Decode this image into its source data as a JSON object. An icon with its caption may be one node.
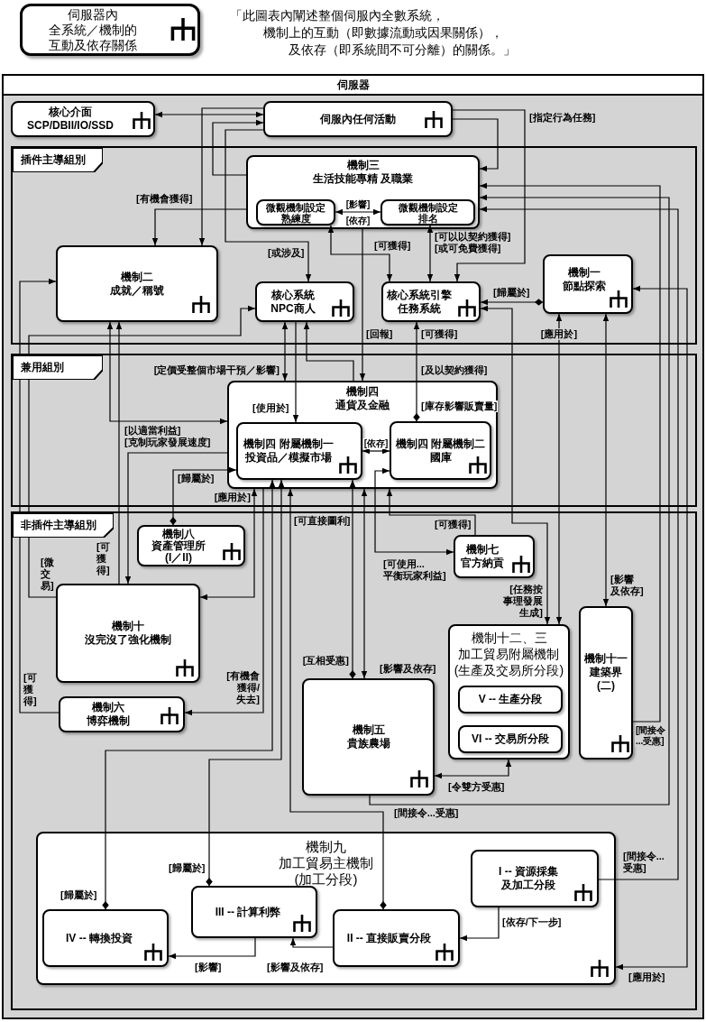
{
  "diagram": {
    "nodes": [
      {
        "text": [
          "伺服器內全系統／機制的互動及依存關係"
        ]
      },
      {
        "text": [
          "伺服器"
        ]
      },
      {
        "text": [
          "核心介面",
          "SCP/DBII/IO/SSD"
        ],
        "in": 1
      },
      {
        "text": [
          "伺服內任何活動"
        ],
        "in": 1
      },
      {
        "text": [
          "插件主導組別"
        ],
        "in": 1
      },
      {
        "text": [
          "機制三",
          "生活技能專精 及職業"
        ],
        "in": 4
      },
      {
        "text": [
          "微觀機制設定",
          "熟練度"
        ],
        "in": 5
      },
      {
        "text": [
          "微觀機制設定",
          "排名"
        ],
        "in": 5
      },
      {
        "text": [
          "機制二",
          "成就／稱號"
        ],
        "in": 4
      },
      {
        "text": [
          "核心系統",
          "NPC商人"
        ],
        "in": 4
      },
      {
        "text": [
          "核心系統引擎",
          "任務系統"
        ],
        "in": 4
      },
      {
        "text": [
          "機制一",
          "節點探索"
        ],
        "in": 4
      },
      {
        "text": [
          "兼用組別"
        ],
        "in": 1
      },
      {
        "text": [
          "機制四",
          "通貨及金融"
        ],
        "in": 12
      },
      {
        "text": [
          "機制四 附屬機制一",
          "投資品／模擬市場"
        ],
        "in": 13
      },
      {
        "text": [
          "機制四 附屬機制二",
          "國庫"
        ],
        "in": 13
      },
      {
        "text": [
          "非插件主導組別"
        ],
        "in": 1
      },
      {
        "text": [
          "機制八",
          "資產管理所(I／II)"
        ],
        "in": 16
      },
      {
        "text": [
          "機制七",
          "官方納貢"
        ],
        "in": 16
      },
      {
        "text": [
          "機制十",
          "沒完沒了強化機制"
        ],
        "in": 16
      },
      {
        "text": [
          "機制十一",
          "建築界(二)"
        ],
        "in": 16
      },
      {
        "text": [
          "機制十二、三",
          "加工貿易附屬機制(生產及交易所分段)"
        ],
        "in": 16
      },
      {
        "text": [
          "V -- 生產分段"
        ],
        "in": 21
      },
      {
        "text": [
          "VI -- 交易所分段"
        ],
        "in": 21
      },
      {
        "text": [
          "機制五",
          "貴族農場"
        ],
        "in": 16
      },
      {
        "text": [
          "機制六",
          "博弈機制"
        ],
        "in": 16
      },
      {
        "text": [
          "機制九",
          "加工貿易主機制(加工分段)"
        ],
        "in": 16
      },
      {
        "text": [
          "I -- 資源採集及加工分段"
        ],
        "in": 26
      },
      {
        "text": [
          "III -- 計算利弊"
        ],
        "in": 26
      },
      {
        "text": [
          "IV -- 轉換投資"
        ],
        "in": 26
      },
      {
        "text": [
          "II -- 直接販賣分段"
        ],
        "in": 26
      }
    ],
    "edges": [
      {
        "from": 2,
        "to": 3,
        "arrow": "both"
      },
      {
        "from": 3,
        "to": 8,
        "arrow": "to"
      },
      {
        "from": 5,
        "to": 3,
        "arrow": "to"
      },
      {
        "from": 3,
        "to": 9,
        "arrow": "to",
        "label": "[或涉及]"
      },
      {
        "from": 3,
        "to": 5,
        "arrow": "to"
      },
      {
        "from": 3,
        "to": 10,
        "arrow": "to",
        "label": "[指定行為任務]"
      },
      {
        "from": 5,
        "to": 8,
        "arrow": "to",
        "label": "[有機會獲得]"
      },
      {
        "from": 6,
        "to": 7,
        "arrow": "both",
        "label": "[影響]"
      },
      {
        "from": 6,
        "to": 10,
        "arrow": "both",
        "label": "[可獲得]"
      },
      {
        "from": 7,
        "to": 10,
        "arrow": "both",
        "label": "[可以以契約獲得][或可免費獲得]"
      },
      {
        "from": 11,
        "to": 10,
        "arrow": "to",
        "label": "[歸屬於]"
      },
      {
        "from": 10,
        "to": 21,
        "arrow": "both",
        "label": "[任務按事理發展生成]"
      },
      {
        "from": 11,
        "to": 21,
        "arrow": "both",
        "label": "[應用於]"
      },
      {
        "from": 11,
        "to": 20,
        "arrow": "both",
        "label": "[影響及依存]"
      },
      {
        "from": 9,
        "to": 13,
        "arrow": "both",
        "label": "[定價受整個市場干預／影響]"
      },
      {
        "from": 9,
        "to": 14,
        "arrow": "to",
        "label": "[使用於]"
      },
      {
        "from": 5,
        "to": 13,
        "arrow": "to",
        "label": "[回報]"
      },
      {
        "from": 15,
        "to": 10,
        "arrow": "to",
        "label": "[可獲得]"
      },
      {
        "from": 13,
        "to": 9,
        "arrow": "to"
      },
      {
        "from": 14,
        "to": 15,
        "arrow": "both",
        "label": "[依存]"
      },
      {
        "from": 15,
        "to": 18,
        "arrow": "both",
        "label": "[可使用...平衡玩家利益]"
      },
      {
        "from": 18,
        "to": 13,
        "arrow": "to",
        "label": "[可獲得]"
      },
      {
        "from": 19,
        "to": 9,
        "arrow": "to",
        "label": "[微交易]"
      },
      {
        "from": 25,
        "to": 8,
        "arrow": "to",
        "label": "[可獲得]"
      },
      {
        "from": 8,
        "to": 13,
        "arrow": "both"
      },
      {
        "from": 13,
        "to": 19,
        "arrow": "to",
        "label": "[以適當利益][克制玩家發展速度]"
      },
      {
        "from": 19,
        "to": 8,
        "arrow": "to",
        "label": "[可獲得]"
      },
      {
        "from": 17,
        "to": 14,
        "arrow": "to",
        "label": "[歸屬於]"
      },
      {
        "from": 13,
        "to": 19,
        "arrow": "both",
        "label": "[應用於]"
      },
      {
        "from": 13,
        "to": 25,
        "arrow": "to",
        "label": "[有機會獲得/失去]"
      },
      {
        "from": 29,
        "to": 14,
        "arrow": "to",
        "label": "[歸屬於]"
      },
      {
        "from": 28,
        "to": 14,
        "arrow": "to",
        "label": "[歸屬於]"
      },
      {
        "from": 30,
        "to": 13,
        "arrow": "to",
        "label": "[可直接圖利]"
      },
      {
        "from": 24,
        "to": 14,
        "arrow": "to",
        "label": "[互相受惠]"
      },
      {
        "from": 13,
        "to": 24,
        "arrow": "both",
        "label": "[影響及依存]"
      },
      {
        "from": 24,
        "to": 21,
        "arrow": "both",
        "label": "[令雙方受惠]"
      },
      {
        "from": 20,
        "to": 5,
        "arrow": "to",
        "label": "[間接令...受惠]"
      },
      {
        "from": 24,
        "to": 5,
        "arrow": "to",
        "label": "[間接令...受惠]"
      },
      {
        "from": 27,
        "to": 5,
        "arrow": "to",
        "label": "[間接令...受惠]"
      },
      {
        "from": 11,
        "to": 26,
        "arrow": "both",
        "label": "[應用於]"
      },
      {
        "from": 27,
        "to": 30,
        "arrow": "to",
        "label": "[依存/下一步]"
      },
      {
        "from": 30,
        "to": 28,
        "arrow": "to",
        "label": "[影響及依存]"
      },
      {
        "from": 28,
        "to": 29,
        "arrow": "to",
        "label": "[影響]"
      }
    ],
    "labels": [
      "「此圖表內闡述整個伺服內全數系統，機制上的互動（即數據流動或因果關係），及依存（即系統間不可分離）的關係。」",
      "[依存]",
      "[及以契約獲得]",
      "[庫存影響販賣量]"
    ]
  }
}
